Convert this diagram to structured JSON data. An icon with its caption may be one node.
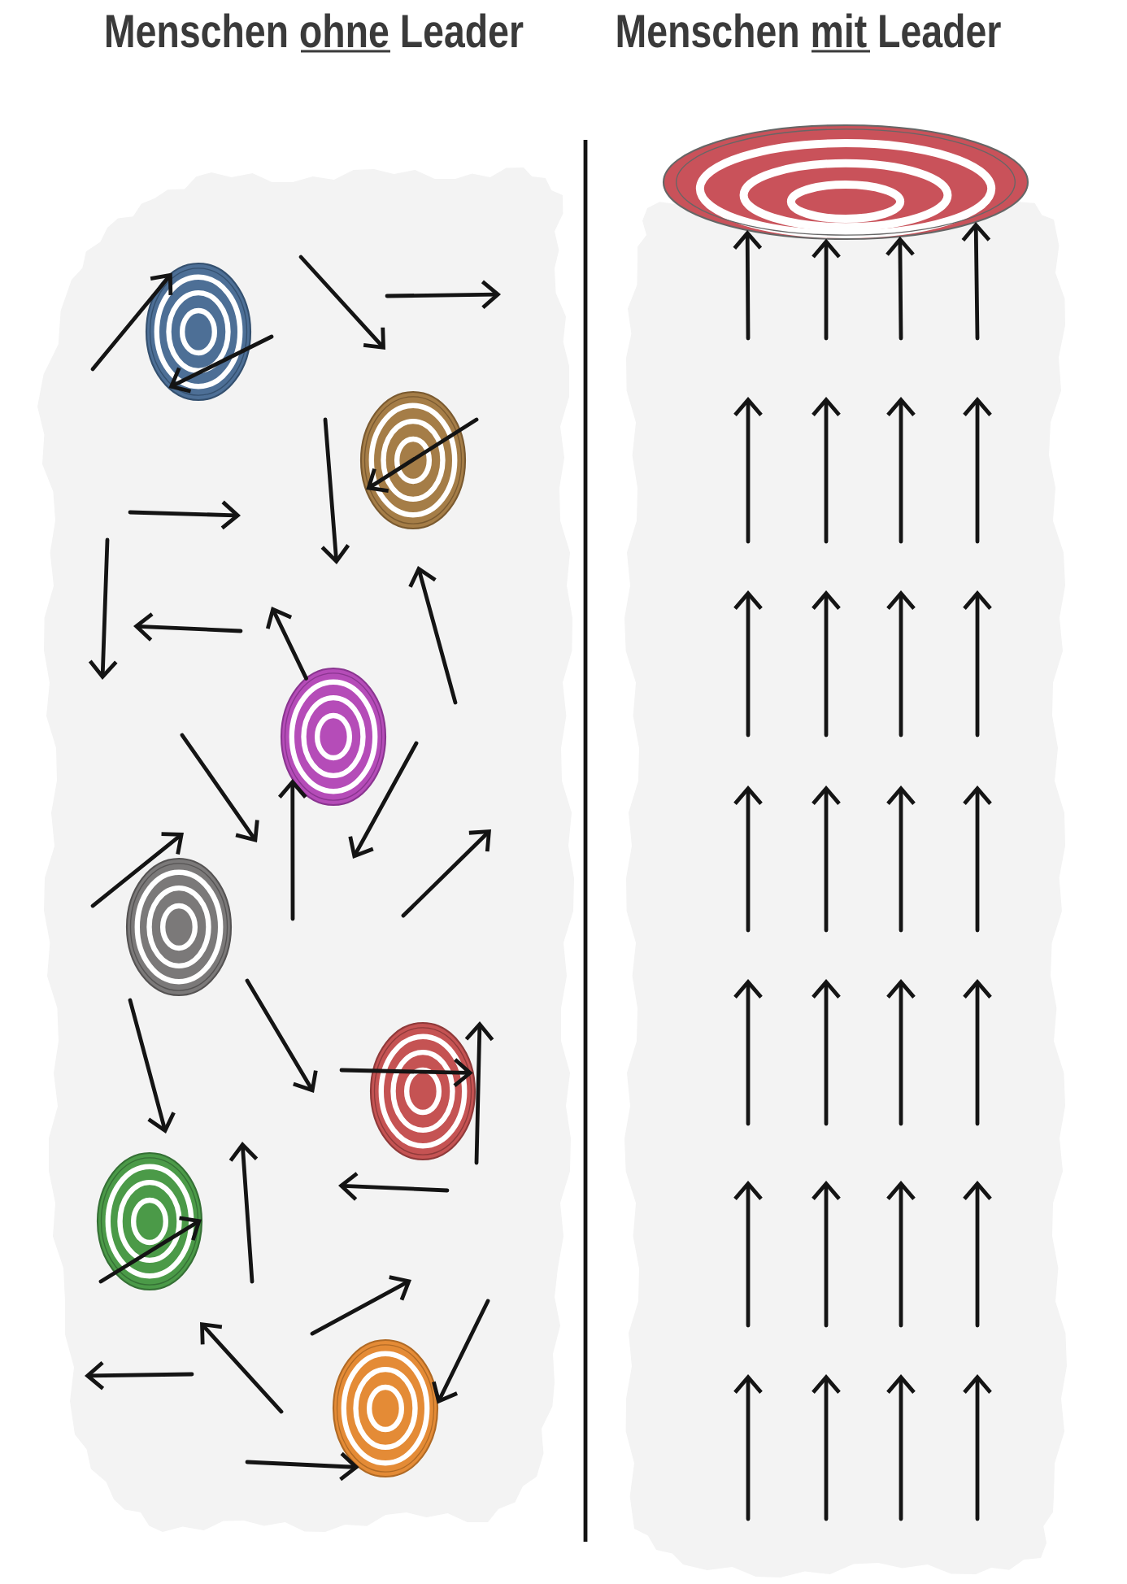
{
  "diagram": {
    "nodes": [
      {
        "text": [],
        "shape": "picture"
      },
      {
        "text": [],
        "shape": "picture"
      },
      {
        "text": [],
        "shape": "picture"
      },
      {
        "text": [],
        "shape": "picture"
      },
      {
        "text": [],
        "shape": "picture"
      },
      {
        "text": [],
        "shape": "picture"
      },
      {
        "text": [],
        "shape": "picture"
      },
      {
        "text": [],
        "shape": "picture"
      }
    ],
    "edges": [
      {
        "from": null,
        "to": 0,
        "arrow": "to"
      },
      {
        "from": null,
        "to": 0,
        "arrow": "to"
      },
      {
        "from": null,
        "to": 1,
        "arrow": "to"
      },
      {
        "from": 2,
        "to": null,
        "arrow": "to"
      },
      {
        "from": null,
        "to": 2,
        "arrow": "to"
      },
      {
        "from": null,
        "to": 4,
        "arrow": "to"
      },
      {
        "from": null,
        "to": 5,
        "arrow": "to"
      },
      {
        "from": null,
        "to": 6,
        "arrow": "to"
      },
      {
        "from": null,
        "to": 6,
        "arrow": "to"
      },
      {
        "from": null,
        "to": 7,
        "arrow": "to"
      },
      {
        "from": null,
        "to": 7,
        "arrow": "to"
      },
      {
        "from": null,
        "to": 7,
        "arrow": "to"
      },
      {
        "from": null,
        "to": 7,
        "arrow": "to"
      }
    ],
    "labels": [
      "Menschen ohne Leader",
      "Menschen mit Leader"
    ]
  }
}
